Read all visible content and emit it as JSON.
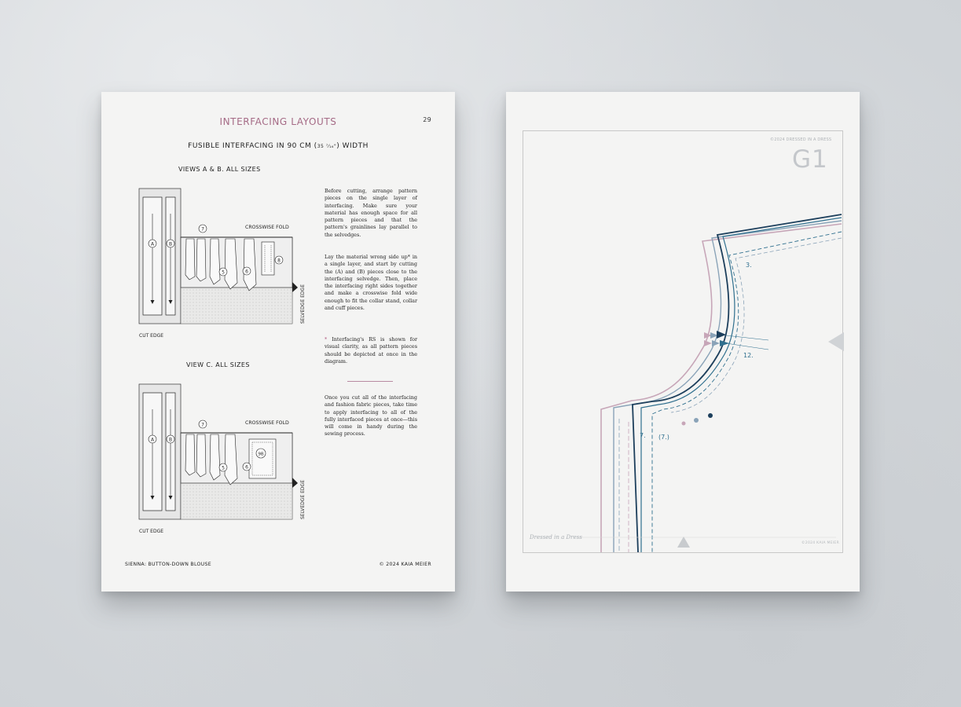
{
  "left_page": {
    "title": "INTERFACING LAYOUTS",
    "page_number": "29",
    "subtitle_main": "FUSIBLE INTERFACING IN 90 CM (",
    "subtitle_frac": "35 ⁷⁄₁₆\"",
    "subtitle_end": ") WIDTH",
    "diagram_ab": {
      "label": "VIEWS A & B. ALL SIZES",
      "crosswise_fold": "CROSSWISE FOLD",
      "selvedge_edge": "SELVEDGE EDGE",
      "cut_edge": "CUT EDGE",
      "piece_labels": [
        "A",
        "B",
        "7",
        "5",
        "6",
        "8"
      ]
    },
    "diagram_c": {
      "label": "VIEW C. ALL SIZES",
      "crosswise_fold": "CROSSWISE FOLD",
      "selvedge_edge": "SELVEDGE EDGE",
      "cut_edge": "CUT EDGE",
      "piece_labels": [
        "A",
        "B",
        "7",
        "5",
        "6",
        "9B"
      ]
    },
    "paragraph_1": "Before cutting, arrange pattern pieces on the single layer of interfacing. Make sure your material has enough space for all pattern pieces and that the pattern's grainlines lay parallel to the selvedges.",
    "paragraph_2": "Lay the material wrong side up* in a single layer, and start by cutting the (A) and (B) pieces close to the interfacing selvedge. Then, place the interfacing right sides together and make a crosswise fold wide enough to fit the collar stand, collar and cuff pieces.",
    "note_marker": "*",
    "note": "Interfacing's RS is shown for visual clarity, as all pattern pieces should be depicted at once in the diagram.",
    "paragraph_3": "Once you cut all of the interfacing and fashion fabric pieces, take time to apply interfacing to all of the fully interfaced pieces at once—this will come in handy during the sewing process.",
    "footer_left": "SIENNA: BUTTON-DOWN BLOUSE",
    "footer_right": "© 2024 KAIA MEIER"
  },
  "right_page": {
    "copyright": "©2024 DRESSED IN A DRESS",
    "sheet_id": "G1",
    "size_labels": [
      "3.",
      "12.",
      "7.",
      "(7.)"
    ],
    "bottom_logo": "Dressed in a Dress",
    "bottom_copyright": "©2024 KAIA MEIER",
    "colors": {
      "navy": "#1d3f5c",
      "teal": "#2f6f8e",
      "grey_blue": "#8aa3b8",
      "mauve": "#c7a6b8"
    }
  }
}
